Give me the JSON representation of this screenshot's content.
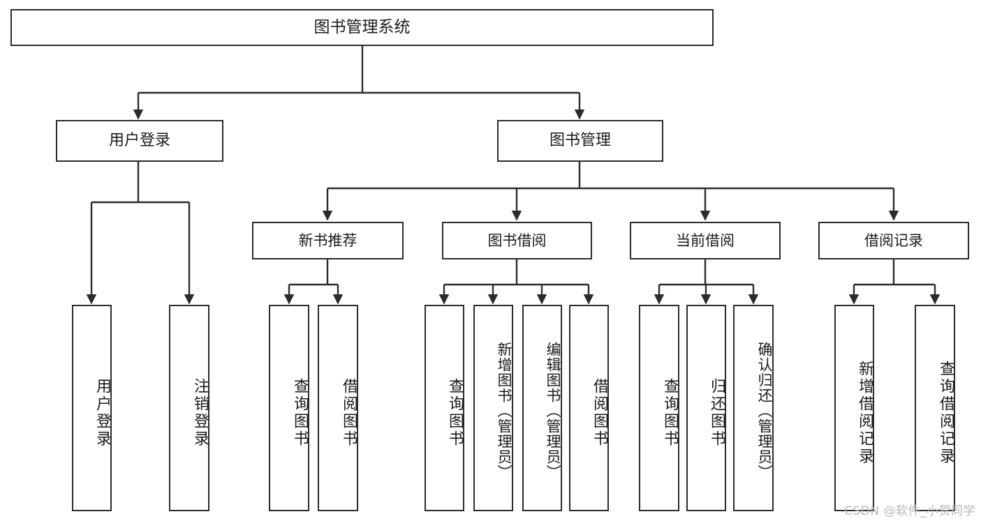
{
  "diagram": {
    "title": "图书管理系统",
    "watermark": "CSDN @软件_小贺同学",
    "colors": {
      "stroke": "#2b2b2b",
      "text": "#1a1a1a",
      "background": "#ffffff",
      "watermark": "#b8b8b8"
    },
    "root": {
      "label": "图书管理系统"
    },
    "level2": [
      {
        "label": "用户登录"
      },
      {
        "label": "图书管理"
      }
    ],
    "level3": [
      {
        "label": "新书推荐"
      },
      {
        "label": "图书借阅"
      },
      {
        "label": "当前借阅"
      },
      {
        "label": "借阅记录"
      }
    ],
    "leaves": {
      "user_login": [
        {
          "label": "用户登录"
        },
        {
          "label": "注销登录"
        }
      ],
      "new_book_recommend": [
        {
          "label": "查询图书"
        },
        {
          "label": "借阅图书"
        }
      ],
      "book_borrow": [
        {
          "label": "查询图书"
        },
        {
          "label": "新增图书（管理员）"
        },
        {
          "label": "编辑图书（管理员）"
        },
        {
          "label": "借阅图书"
        }
      ],
      "current_borrow": [
        {
          "label": "查询图书"
        },
        {
          "label": "归还图书"
        },
        {
          "label": "确认归还（管理员）"
        }
      ],
      "borrow_record": [
        {
          "label": "新增借阅记录"
        },
        {
          "label": "查询借阅记录"
        }
      ]
    }
  }
}
